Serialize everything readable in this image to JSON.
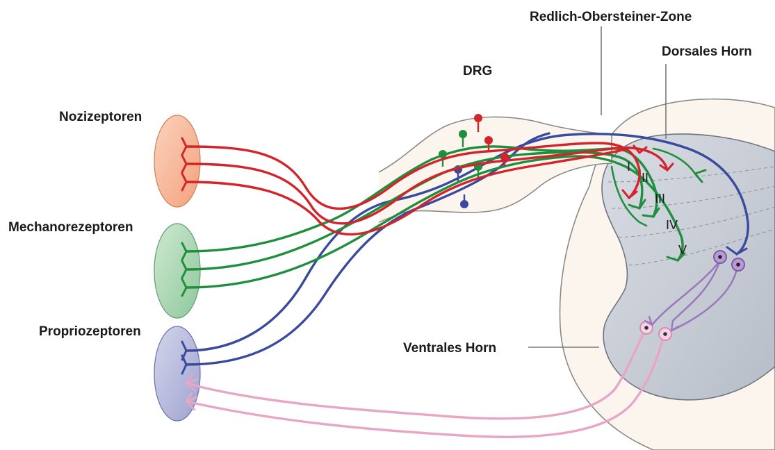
{
  "labels": {
    "nociceptors": "Nozizeptoren",
    "mechanoreceptors": "Mechanorezeptoren",
    "proprioceptors": "Propriozeptoren",
    "drg": "DRG",
    "redlich_zone": "Redlich-Obersteiner-Zone",
    "dorsal_horn": "Dorsales Horn",
    "ventral_horn": "Ventrales Horn"
  },
  "laminae": [
    "I",
    "II",
    "III",
    "IV",
    "V"
  ],
  "colors": {
    "nociceptor_fiber": "#d4232a",
    "mechanoreceptor_fiber": "#1f8f3e",
    "proprioceptor_fiber": "#3a4a9e",
    "motor_fiber": "#e8a6c6",
    "interneuron": "#9a79bd",
    "nociceptor_organ": "#f6b694",
    "mechanoreceptor_organ": "#9fd1a8",
    "proprioceptor_organ": "#a7abd2",
    "spinal_cord": "#fbf5ee",
    "grey_matter": "#cbd0d8"
  }
}
